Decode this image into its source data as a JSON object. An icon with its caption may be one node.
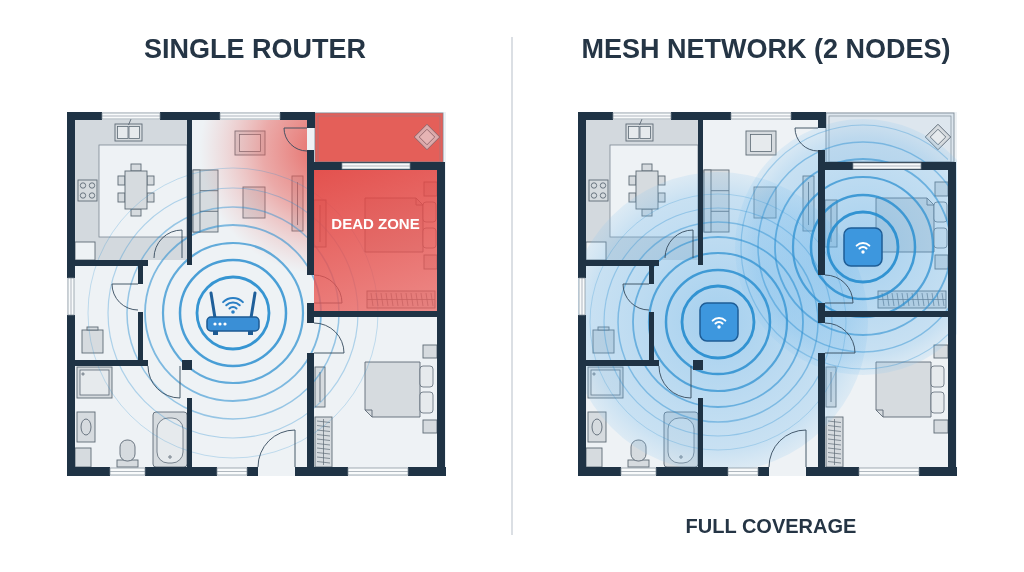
{
  "diagram": {
    "nodes": [
      {
        "text": [
          "SINGLE ROUTER"
        ]
      },
      {
        "text": [
          "DEAD ZONE"
        ],
        "in": 0
      },
      {
        "text": [
          "MESH NETWORK (2 NODES)"
        ],
        "beside": [
          "FULL COVERAGE"
        ]
      }
    ]
  }
}
